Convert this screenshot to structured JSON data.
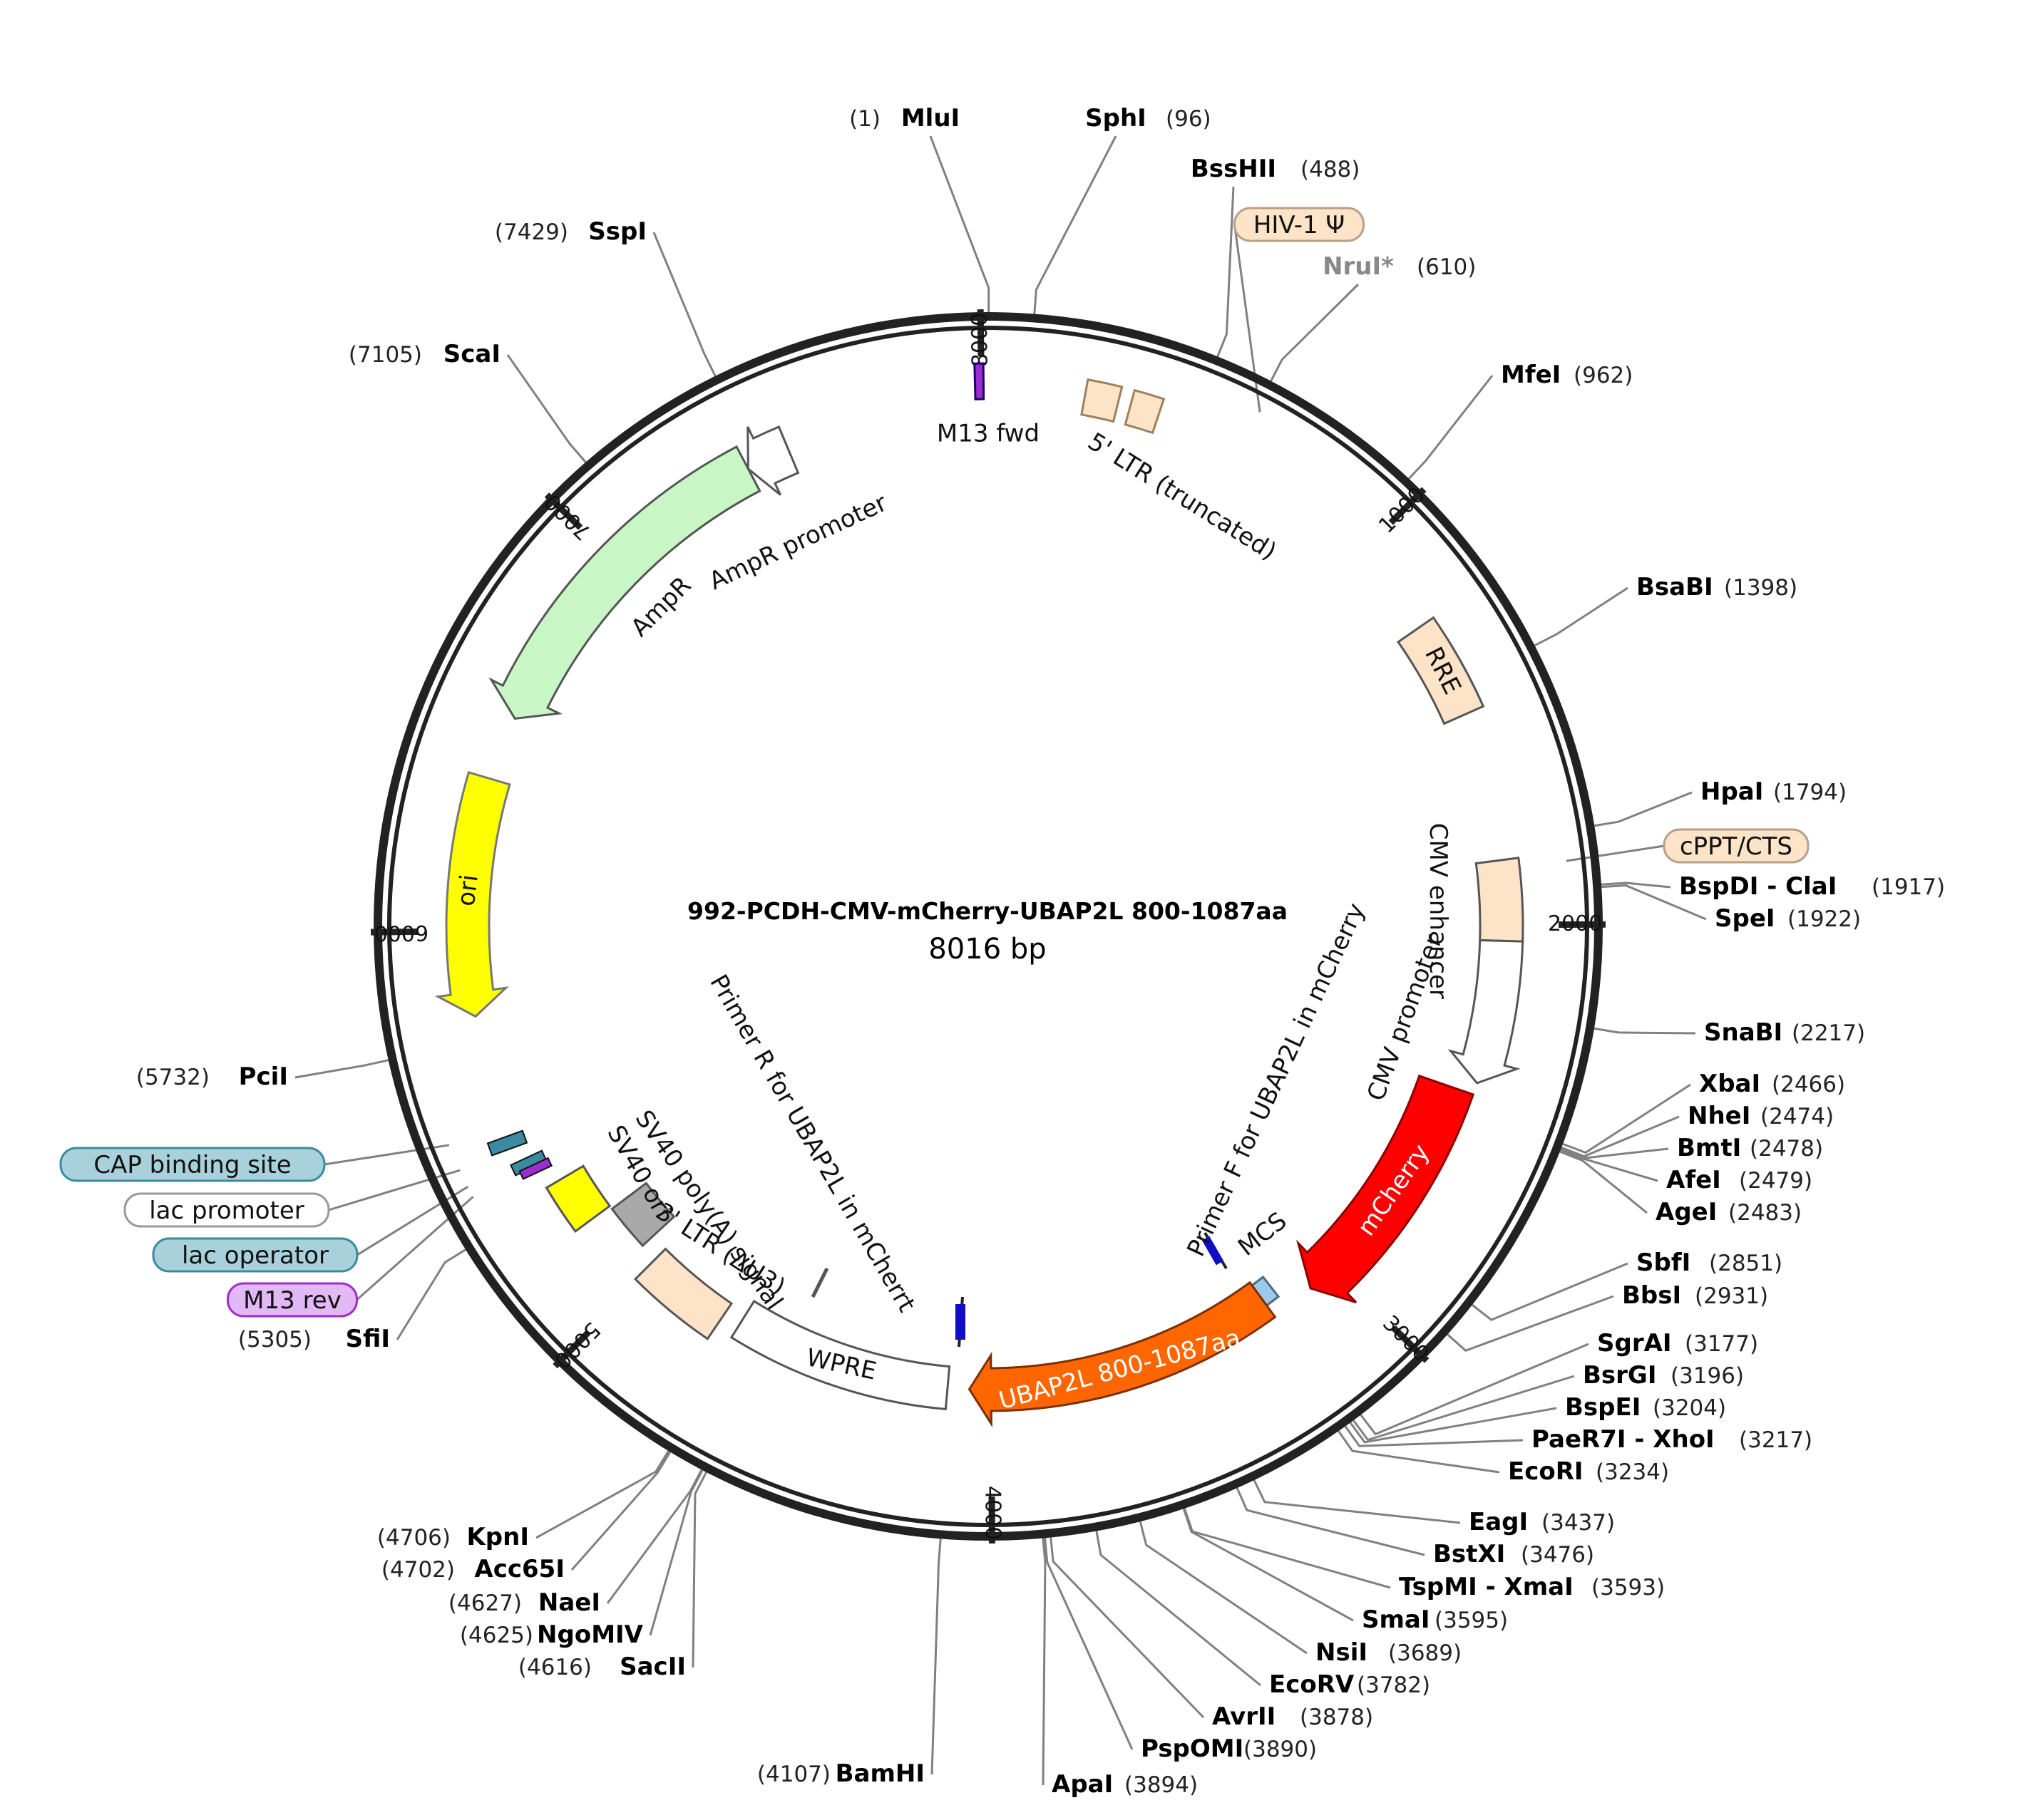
{
  "title": "992-PCDH-CMV-mCherry-UBAP2L 800-1087aa",
  "length_label": "8016 bp",
  "total_bp": 8016,
  "colors": {
    "backbone": "#222222",
    "AmpR": "#c8f7c5",
    "ori": "#ffff00",
    "LTR": "#fde3c7",
    "mCherry": "#ff0000",
    "UBAP2L": "#ff6600",
    "primer": "#1010c0",
    "M13": "#9c2dce",
    "CAP": "#a8d1dc",
    "M13rev_pill": "#e3b9f5",
    "SV40ori": "#ffff00",
    "polyA": "#a9a9a9",
    "leader": "#808080"
  },
  "ticks": [
    {
      "bp": 1000,
      "label": "1000"
    },
    {
      "bp": 2000,
      "label": "2000"
    },
    {
      "bp": 3000,
      "label": "3000"
    },
    {
      "bp": 4000,
      "label": "4000"
    },
    {
      "bp": 5000,
      "label": "5000"
    },
    {
      "bp": 6000,
      "label": "6000"
    },
    {
      "bp": 7000,
      "label": "7000"
    },
    {
      "bp": 8000,
      "label": "8000"
    }
  ],
  "sites": [
    {
      "name": "MluI",
      "pos": "(1)",
      "bp": 1,
      "side": "R"
    },
    {
      "name": "SphI",
      "pos": "(96)",
      "bp": 96,
      "side": "R"
    },
    {
      "name": "BssHII",
      "pos": "(488)",
      "bp": 488,
      "side": "R"
    },
    {
      "name": "NruI*",
      "pos": "(610)",
      "bp": 610,
      "side": "R",
      "gray": true
    },
    {
      "name": "MfeI",
      "pos": "(962)",
      "bp": 962,
      "side": "R"
    },
    {
      "name": "BsaBI",
      "pos": "(1398)",
      "bp": 1398,
      "side": "R"
    },
    {
      "name": "HpaI",
      "pos": "(1794)",
      "bp": 1794,
      "side": "R"
    },
    {
      "name": "BspDI - ClaI",
      "pos": "(1917)",
      "bp": 1917,
      "side": "R"
    },
    {
      "name": "SpeI",
      "pos": "(1922)",
      "bp": 1922,
      "side": "R"
    },
    {
      "name": "SnaBI",
      "pos": "(2217)",
      "bp": 2217,
      "side": "R"
    },
    {
      "name": "XbaI",
      "pos": "(2466)",
      "bp": 2466,
      "side": "R"
    },
    {
      "name": "NheI",
      "pos": "(2474)",
      "bp": 2474,
      "side": "R"
    },
    {
      "name": "BmtI",
      "pos": "(2478)",
      "bp": 2478,
      "side": "R"
    },
    {
      "name": "AfeI",
      "pos": "(2479)",
      "bp": 2479,
      "side": "R"
    },
    {
      "name": "AgeI",
      "pos": "(2483)",
      "bp": 2483,
      "side": "R"
    },
    {
      "name": "SbfI",
      "pos": "(2851)",
      "bp": 2851,
      "side": "R"
    },
    {
      "name": "BbsI",
      "pos": "(2931)",
      "bp": 2931,
      "side": "R"
    },
    {
      "name": "SgrAI",
      "pos": "(3177)",
      "bp": 3177,
      "side": "R"
    },
    {
      "name": "BsrGI",
      "pos": "(3196)",
      "bp": 3196,
      "side": "R"
    },
    {
      "name": "BspEI",
      "pos": "(3204)",
      "bp": 3204,
      "side": "R"
    },
    {
      "name": "PaeR7I - XhoI",
      "pos": "(3217)",
      "bp": 3217,
      "side": "R"
    },
    {
      "name": "EcoRI",
      "pos": "(3234)",
      "bp": 3234,
      "side": "R"
    },
    {
      "name": "EagI",
      "pos": "(3437)",
      "bp": 3437,
      "side": "R"
    },
    {
      "name": "BstXI",
      "pos": "(3476)",
      "bp": 3476,
      "side": "R"
    },
    {
      "name": "TspMI - XmaI",
      "pos": "(3593)",
      "bp": 3593,
      "side": "R"
    },
    {
      "name": "SmaI",
      "pos": "(3595)",
      "bp": 3595,
      "side": "R"
    },
    {
      "name": "NsiI",
      "pos": "(3689)",
      "bp": 3689,
      "side": "R"
    },
    {
      "name": "EcoRV",
      "pos": "(3782)",
      "bp": 3782,
      "side": "R"
    },
    {
      "name": "AvrII",
      "pos": "(3878)",
      "bp": 3878,
      "side": "R"
    },
    {
      "name": "PspOMI",
      "pos": "(3890)",
      "bp": 3890,
      "side": "R"
    },
    {
      "name": "ApaI",
      "pos": "(3894)",
      "bp": 3894,
      "side": "R"
    },
    {
      "name": "BamHI",
      "pos": "(4107)",
      "bp": 4107,
      "side": "L"
    },
    {
      "name": "SacII",
      "pos": "(4616)",
      "bp": 4616,
      "side": "L"
    },
    {
      "name": "NgoMIV",
      "pos": "(4625)",
      "bp": 4625,
      "side": "L"
    },
    {
      "name": "NaeI",
      "pos": "(4627)",
      "bp": 4627,
      "side": "L"
    },
    {
      "name": "Acc65I",
      "pos": "(4702)",
      "bp": 4702,
      "side": "L"
    },
    {
      "name": "KpnI",
      "pos": "(4706)",
      "bp": 4706,
      "side": "L"
    },
    {
      "name": "SfiI",
      "pos": "(5305)",
      "bp": 5305,
      "side": "L"
    },
    {
      "name": "PciI",
      "pos": "(5732)",
      "bp": 5732,
      "side": "L"
    },
    {
      "name": "ScaI",
      "pos": "(7105)",
      "bp": 7105,
      "side": "L"
    },
    {
      "name": "SspI",
      "pos": "(7429)",
      "bp": 7429,
      "side": "L"
    }
  ],
  "pills": [
    {
      "label": "HIV-1 Ψ",
      "bp": 620,
      "fill": "#fde3c7",
      "stroke": "#b7a08a"
    },
    {
      "label": "cPPT/CTS",
      "bp": 1860,
      "fill": "#fde3c7",
      "stroke": "#b7a08a"
    },
    {
      "label": "CAP binding site",
      "bp": 5520,
      "fill": "#a8d1dc",
      "stroke": "#3b8aa0"
    },
    {
      "label": "lac promoter",
      "bp": 5460,
      "fill": "#ffffff",
      "stroke": "#999999"
    },
    {
      "label": "lac operator",
      "bp": 5420,
      "fill": "#a8d1dc",
      "stroke": "#3b8aa0"
    },
    {
      "label": "M13 rev",
      "bp": 5395,
      "fill": "#e3b9f5",
      "stroke": "#9c2dce"
    }
  ],
  "features": [
    {
      "label": "5' LTR (truncated)",
      "start": 230,
      "end": 410
    },
    {
      "label": "RRE",
      "start": 1230,
      "end": 1470
    },
    {
      "label": "CMV enhancer",
      "start": 1840,
      "end": 2040
    },
    {
      "label": "CMV promoter",
      "start": 2040,
      "end": 2400
    },
    {
      "label": "mCherry",
      "start": 2430,
      "end": 3080
    },
    {
      "label": "MCS",
      "start": 3160,
      "end": 3200
    },
    {
      "label": "UBAP2L 800-1087aa",
      "start": 3200,
      "end": 4060
    },
    {
      "label": "WPRE",
      "start": 4120,
      "end": 4720
    },
    {
      "label": "3' LTR (ΔU3)",
      "start": 4770,
      "end": 5010
    },
    {
      "label": "SV40 poly(A) signal",
      "start": 5060,
      "end": 5190
    },
    {
      "label": "SV40 ori",
      "start": 5200,
      "end": 5330
    },
    {
      "label": "ori",
      "start": 5790,
      "end": 6380
    },
    {
      "label": "AmpR",
      "start": 6540,
      "end": 7400
    },
    {
      "label": "AmpR promoter",
      "start": 7400,
      "end": 7510
    },
    {
      "label": "M13 fwd",
      "start": 7985,
      "end": 8005
    }
  ],
  "primers": [
    {
      "label": "Primer F for UBAP2L in mCherry"
    },
    {
      "label": "Primer R for UBAP2L in mCherrt"
    }
  ]
}
